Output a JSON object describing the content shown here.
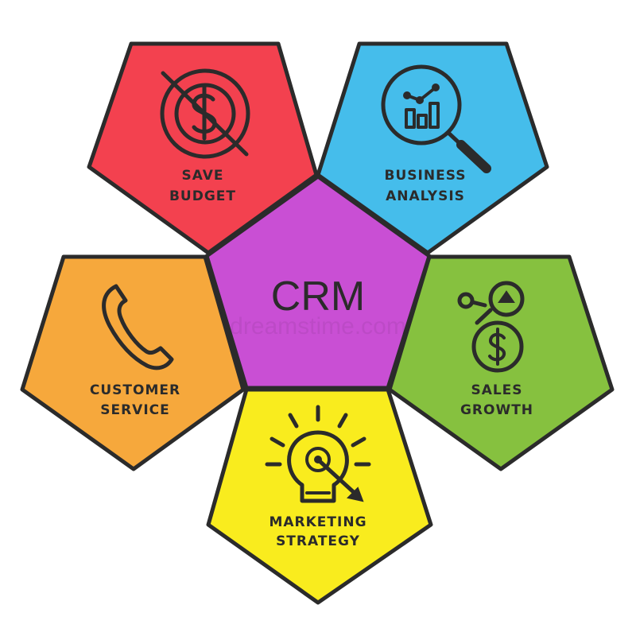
{
  "center": {
    "label": "CRM",
    "color": "#C94FD4"
  },
  "segments": [
    {
      "key": "save-budget",
      "lines": [
        "SAVE",
        "BUDGET"
      ],
      "color": "#F3414F",
      "icon": "no-money-icon"
    },
    {
      "key": "business-analysis",
      "lines": [
        "BUSINESS",
        "ANALYSIS"
      ],
      "color": "#45BDEB",
      "icon": "chart-magnifier-icon"
    },
    {
      "key": "sales-growth",
      "lines": [
        "SALES",
        "GROWTH"
      ],
      "color": "#86C13F",
      "icon": "coin-growth-icon"
    },
    {
      "key": "marketing-strategy",
      "lines": [
        "MARKETING",
        "STRATEGY"
      ],
      "color": "#F9EC1E",
      "icon": "lightbulb-target-icon"
    },
    {
      "key": "customer-service",
      "lines": [
        "CUSTOMER",
        "SERVICE"
      ],
      "color": "#F6A83C",
      "icon": "phone-icon"
    }
  ],
  "outline_color": "#2B2B2B",
  "watermark": "dreamstime.com"
}
